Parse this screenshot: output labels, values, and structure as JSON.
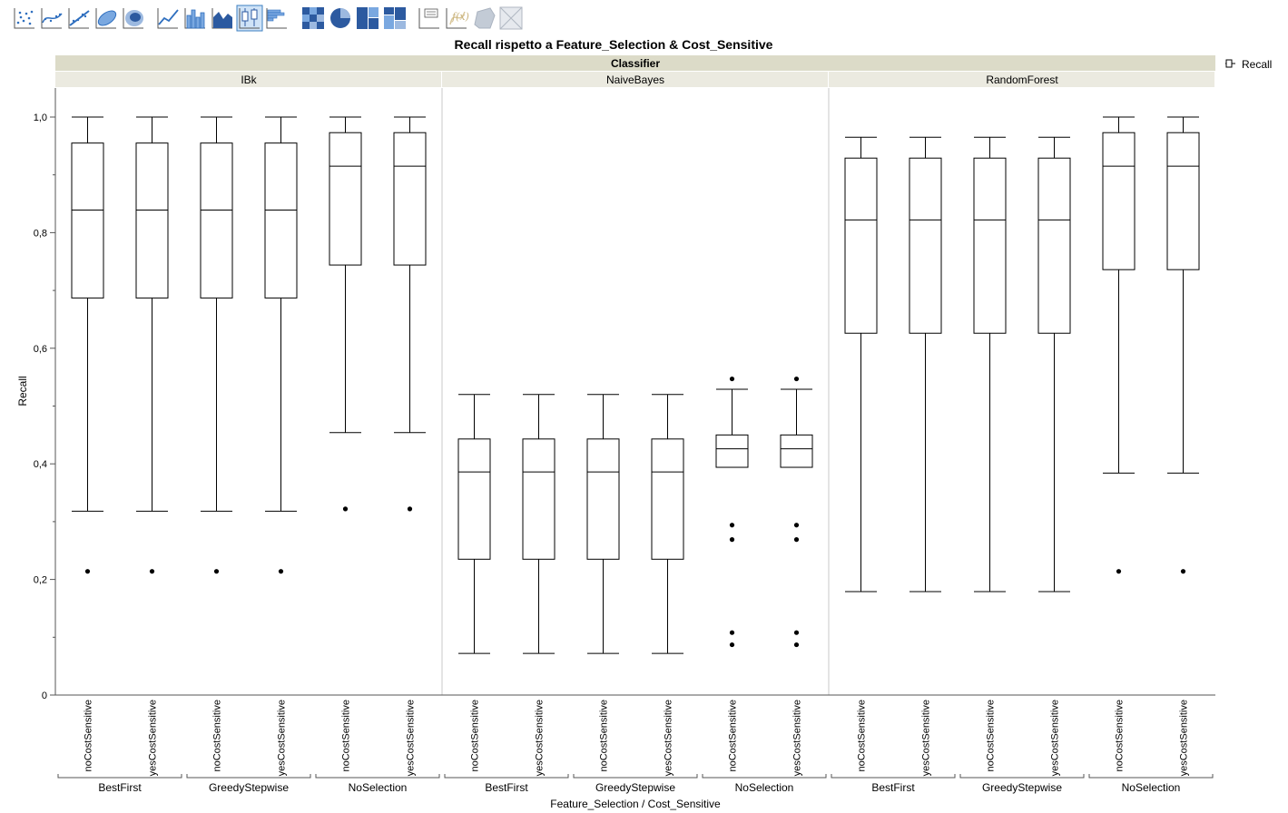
{
  "toolbar": {
    "buttons": [
      {
        "icon": "points-icon",
        "active": false
      },
      {
        "icon": "smoother-icon",
        "active": false
      },
      {
        "icon": "line-of-fit-icon",
        "active": false
      },
      {
        "icon": "ellipse-icon",
        "active": false
      },
      {
        "icon": "contour-icon",
        "active": false
      },
      {
        "icon": "line-icon",
        "active": false
      },
      {
        "icon": "bar-icon",
        "active": false
      },
      {
        "icon": "area-icon",
        "active": false
      },
      {
        "icon": "box-plot-icon",
        "active": true
      },
      {
        "icon": "histogram-icon",
        "active": false
      },
      {
        "icon": "heatmap-icon",
        "active": false
      },
      {
        "icon": "pie-icon",
        "active": false
      },
      {
        "icon": "treemap-icon",
        "active": false
      },
      {
        "icon": "mosaic-icon",
        "active": false
      },
      {
        "icon": "caption-box-icon",
        "active": false
      },
      {
        "icon": "formula-icon",
        "active": false
      },
      {
        "icon": "map-shapes-icon",
        "active": false
      },
      {
        "icon": "map-icon",
        "active": false
      }
    ]
  },
  "chart_data": {
    "type": "box",
    "title": "Recall rispetto a Feature_Selection & Cost_Sensitive",
    "group_title": "Classifier",
    "ylabel": "Recall",
    "xlabel": "Feature_Selection / Cost_Sensitive",
    "ylim": [
      0,
      1.0
    ],
    "yticks": [
      "0",
      "0,2",
      "0,4",
      "0,6",
      "0,8",
      "1,0"
    ],
    "legend": {
      "label": "Recall",
      "placement": "top-right"
    },
    "panels": [
      {
        "name": "IBk",
        "groups": [
          "BestFirst",
          "GreedyStepwise",
          "NoSelection"
        ],
        "boxes": [
          {
            "label": "noCostSensitive",
            "whisker_low": 0.318,
            "q1": 0.687,
            "median": 0.839,
            "q3": 0.955,
            "whisker_high": 1.0,
            "outliers": [
              0.214
            ]
          },
          {
            "label": "yesCostSensitive",
            "whisker_low": 0.318,
            "q1": 0.687,
            "median": 0.839,
            "q3": 0.955,
            "whisker_high": 1.0,
            "outliers": [
              0.214
            ]
          },
          {
            "label": "noCostSensitive",
            "whisker_low": 0.318,
            "q1": 0.687,
            "median": 0.839,
            "q3": 0.955,
            "whisker_high": 1.0,
            "outliers": [
              0.214
            ]
          },
          {
            "label": "yesCostSensitive",
            "whisker_low": 0.318,
            "q1": 0.687,
            "median": 0.839,
            "q3": 0.955,
            "whisker_high": 1.0,
            "outliers": [
              0.214
            ]
          },
          {
            "label": "noCostSensitive",
            "whisker_low": 0.454,
            "q1": 0.744,
            "median": 0.915,
            "q3": 0.973,
            "whisker_high": 1.0,
            "outliers": [
              0.322
            ]
          },
          {
            "label": "yesCostSensitive",
            "whisker_low": 0.454,
            "q1": 0.744,
            "median": 0.915,
            "q3": 0.973,
            "whisker_high": 1.0,
            "outliers": [
              0.322
            ]
          }
        ]
      },
      {
        "name": "NaiveBayes",
        "groups": [
          "BestFirst",
          "GreedyStepwise",
          "NoSelection"
        ],
        "boxes": [
          {
            "label": "noCostSensitive",
            "whisker_low": 0.072,
            "q1": 0.235,
            "median": 0.386,
            "q3": 0.443,
            "whisker_high": 0.52,
            "outliers": []
          },
          {
            "label": "yesCostSensitive",
            "whisker_low": 0.072,
            "q1": 0.235,
            "median": 0.386,
            "q3": 0.443,
            "whisker_high": 0.52,
            "outliers": []
          },
          {
            "label": "noCostSensitive",
            "whisker_low": 0.072,
            "q1": 0.235,
            "median": 0.386,
            "q3": 0.443,
            "whisker_high": 0.52,
            "outliers": []
          },
          {
            "label": "yesCostSensitive",
            "whisker_low": 0.072,
            "q1": 0.235,
            "median": 0.386,
            "q3": 0.443,
            "whisker_high": 0.52,
            "outliers": []
          },
          {
            "label": "noCostSensitive",
            "whisker_low": 0.394,
            "q1": 0.394,
            "median": 0.426,
            "q3": 0.45,
            "whisker_high": 0.529,
            "outliers": [
              0.547,
              0.294,
              0.269,
              0.108,
              0.087
            ]
          },
          {
            "label": "yesCostSensitive",
            "whisker_low": 0.394,
            "q1": 0.394,
            "median": 0.426,
            "q3": 0.45,
            "whisker_high": 0.529,
            "outliers": [
              0.547,
              0.294,
              0.269,
              0.108,
              0.087
            ]
          }
        ]
      },
      {
        "name": "RandomForest",
        "groups": [
          "BestFirst",
          "GreedyStepwise",
          "NoSelection"
        ],
        "boxes": [
          {
            "label": "noCostSensitive",
            "whisker_low": 0.179,
            "q1": 0.626,
            "median": 0.822,
            "q3": 0.929,
            "whisker_high": 0.965,
            "outliers": []
          },
          {
            "label": "yesCostSensitive",
            "whisker_low": 0.179,
            "q1": 0.626,
            "median": 0.822,
            "q3": 0.929,
            "whisker_high": 0.965,
            "outliers": []
          },
          {
            "label": "noCostSensitive",
            "whisker_low": 0.179,
            "q1": 0.626,
            "median": 0.822,
            "q3": 0.929,
            "whisker_high": 0.965,
            "outliers": []
          },
          {
            "label": "yesCostSensitive",
            "whisker_low": 0.179,
            "q1": 0.626,
            "median": 0.822,
            "q3": 0.929,
            "whisker_high": 0.965,
            "outliers": []
          },
          {
            "label": "noCostSensitive",
            "whisker_low": 0.384,
            "q1": 0.736,
            "median": 0.915,
            "q3": 0.973,
            "whisker_high": 1.0,
            "outliers": [
              0.214
            ]
          },
          {
            "label": "yesCostSensitive",
            "whisker_low": 0.384,
            "q1": 0.736,
            "median": 0.915,
            "q3": 0.973,
            "whisker_high": 1.0,
            "outliers": [
              0.214
            ]
          }
        ]
      }
    ],
    "colors": {
      "header_bg": "#dcdbc8",
      "subheader_bg": "#ebeae0",
      "divider": "#c8c8c8",
      "mark": "#000000"
    }
  }
}
